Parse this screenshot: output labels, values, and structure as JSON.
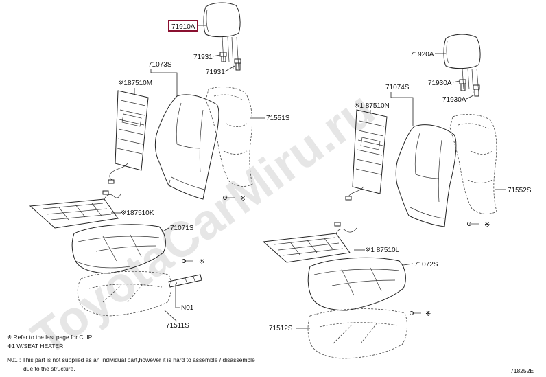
{
  "watermark": "ToyotaCarMiru.ru",
  "highlight_color": "#8a1030",
  "parts": {
    "p71910A": "71910A",
    "p71931a": "71931",
    "p71931b": "71931",
    "p71073S": "71073S",
    "p87510M": "※187510M",
    "p71551S": "71551S",
    "p87510K": "※187510K",
    "p71071S": "71071S",
    "p_mark1": "※",
    "p_mark2": "※",
    "pN01": "N01",
    "p71511S": "71511S",
    "p71920A": "71920A",
    "p71074S": "71074S",
    "p71930Aa": "71930A",
    "p71930Ab": "71930A",
    "p87510N": "※1 87510N",
    "p71552S": "71552S",
    "p_mark3": "※",
    "p87510L": "※1 87510L",
    "p71072S": "71072S",
    "p_mark4": "※",
    "p71512S": "71512S"
  },
  "notes": {
    "line1": "※   Refer to the last page for CLIP.",
    "line2": "※1  W/SEAT HEATER",
    "line3": "N01 : This part is not supplied as an individual part,however it is hard to assemble / disassemble",
    "line4": "due to the structure.",
    "figure_id": "718252E"
  }
}
